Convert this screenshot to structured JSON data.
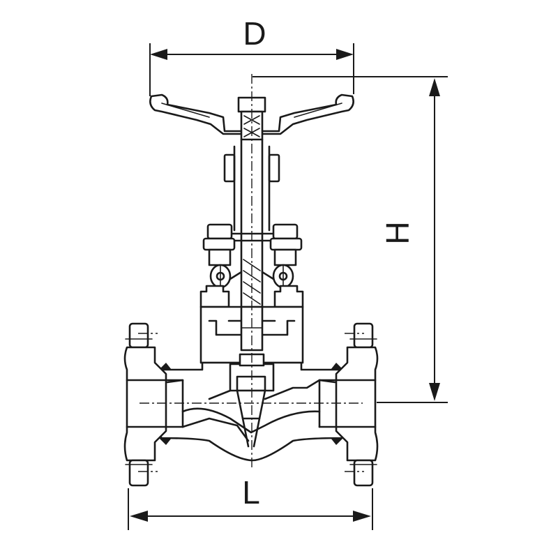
{
  "dimensions": {
    "handwheel_diameter_label": "D",
    "height_label": "H",
    "length_label": "L"
  }
}
